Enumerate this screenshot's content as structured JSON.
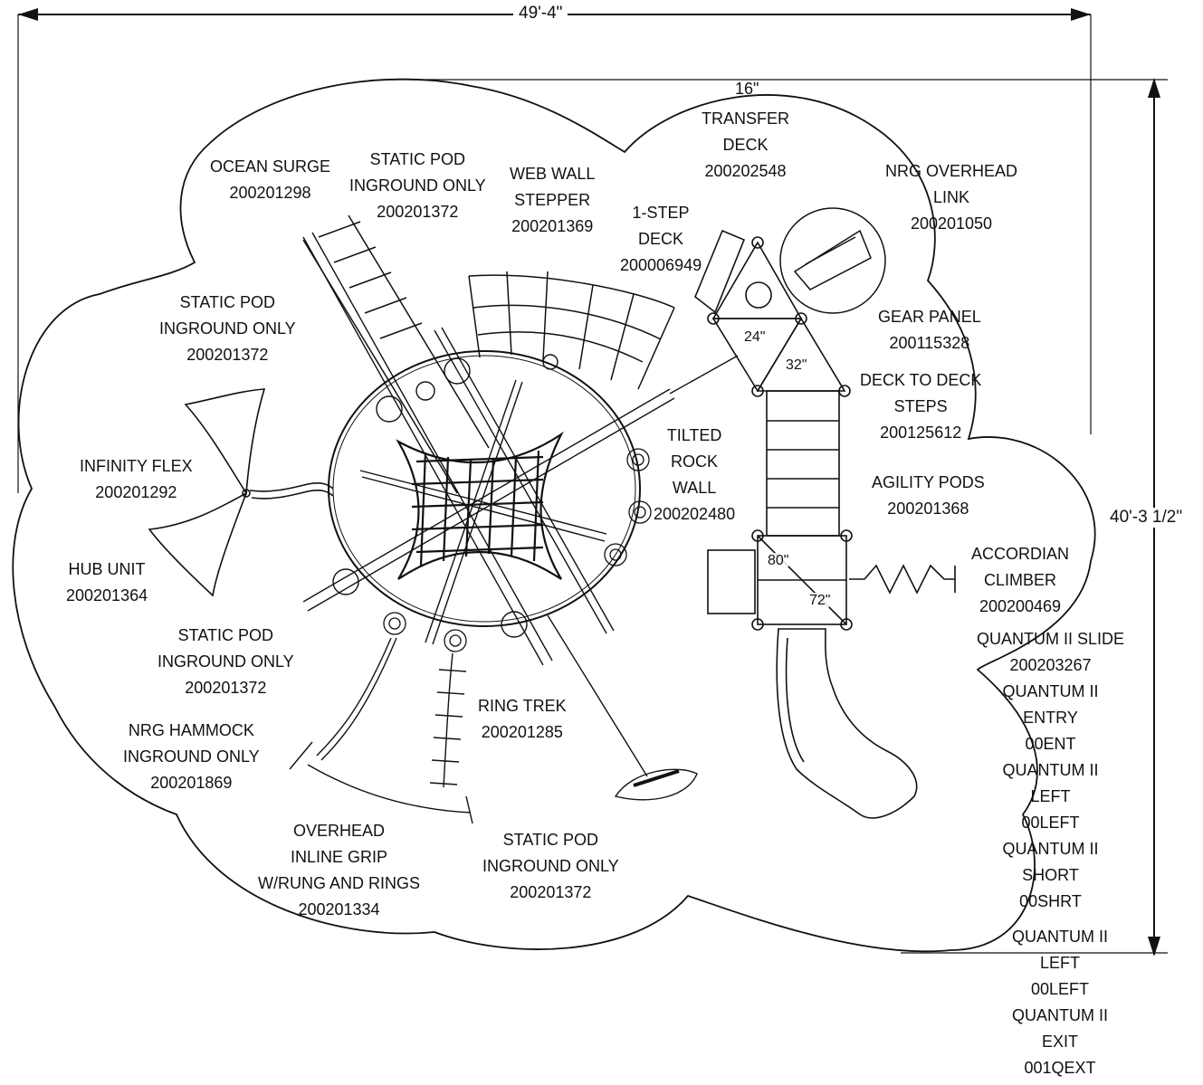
{
  "dimensions": {
    "width": "49'-4\"",
    "height": "40'-3 1/2\""
  },
  "deck_heights": {
    "h16": "16\"",
    "h24": "24\"",
    "h32": "32\"",
    "h80": "80\"",
    "h72": "72\""
  },
  "components": {
    "transfer_deck": [
      "TRANSFER",
      "DECK",
      "200202548"
    ],
    "nrg_overhead_link": [
      "NRG OVERHEAD",
      "LINK",
      "200201050"
    ],
    "ocean_surge": [
      "OCEAN SURGE",
      "200201298"
    ],
    "static_pod_top": [
      "STATIC POD",
      "INGROUND ONLY",
      "200201372"
    ],
    "web_wall_stepper": [
      "WEB WALL",
      "STEPPER",
      "200201369"
    ],
    "one_step_deck": [
      "1-STEP",
      "DECK",
      "200006949"
    ],
    "static_pod_left": [
      "STATIC POD",
      "INGROUND ONLY",
      "200201372"
    ],
    "gear_panel": [
      "GEAR PANEL",
      "200115328"
    ],
    "deck_to_deck_steps": [
      "DECK TO DECK",
      "STEPS",
      "200125612"
    ],
    "tilted_rock_wall": [
      "TILTED",
      "ROCK",
      "WALL",
      "200202480"
    ],
    "infinity_flex": [
      "INFINITY FLEX",
      "200201292"
    ],
    "agility_pods": [
      "AGILITY PODS",
      "200201368"
    ],
    "accordian_climber": [
      "ACCORDIAN",
      "CLIMBER",
      "200200469"
    ],
    "hub_unit": [
      "HUB UNIT",
      "200201364"
    ],
    "static_pod_mid": [
      "STATIC POD",
      "INGROUND ONLY",
      "200201372"
    ],
    "nrg_hammock": [
      "NRG HAMMOCK",
      "INGROUND ONLY",
      "200201869"
    ],
    "ring_trek": [
      "RING TREK",
      "200201285"
    ],
    "overhead_inline_grip": [
      "OVERHEAD",
      "INLINE GRIP",
      "W/RUNG AND RINGS",
      "200201334"
    ],
    "static_pod_bottom": [
      "STATIC POD",
      "INGROUND ONLY",
      "200201372"
    ],
    "quantum_slide": [
      "QUANTUM II SLIDE",
      "200203267",
      "QUANTUM II",
      "ENTRY",
      "00ENT",
      "QUANTUM II",
      "LEFT",
      "00LEFT",
      "QUANTUM II",
      "SHORT",
      "00SHRT"
    ],
    "quantum_tail": [
      "QUANTUM II",
      "LEFT",
      "00LEFT",
      "QUANTUM II",
      "EXIT",
      "001QEXT"
    ]
  }
}
